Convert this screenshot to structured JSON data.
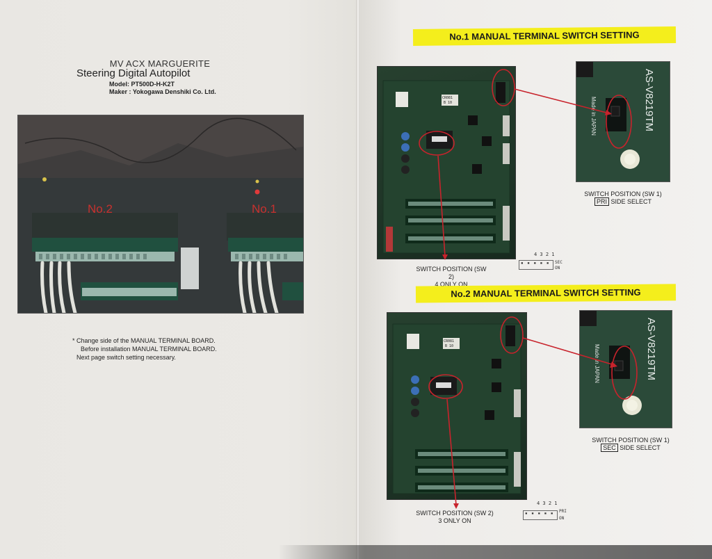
{
  "left_page": {
    "vessel": "MV ACX MARGUERITE",
    "system": "Steering Digital Autopilot",
    "model": "Model: PT500D-H-K2T",
    "maker": "Maker : Yokogawa Denshiki Co. Ltd.",
    "photo": {
      "label_left": "No.2",
      "label_right": "No.1"
    },
    "notes": [
      "* Change side of the MANUAL TERMINAL BOARD.",
      "Before installation MANUAL TERMINAL BOARD.",
      "Next page switch setting necessary."
    ]
  },
  "right_page": {
    "section1": {
      "banner": "No.1 MANUAL TERMINAL SWITCH SETTING",
      "board_chip_label": "CR081\nB 10",
      "closeup_text": "AS-V8219TM",
      "closeup_made": "Made in JAPAN",
      "sw1_caption": "SWITCH POSITION (SW 1)",
      "sw1_boxed": "PRI",
      "sw1_suffix": "SIDE SELECT",
      "sw2_caption": "SWITCH POSITION (SW 2)",
      "sw2_value": "4 ONLY ON",
      "dip_numbers": "4 3 2 1",
      "dip_sec": "SEC",
      "dip_on": "ON"
    },
    "section2": {
      "banner": "No.2 MANUAL TERMINAL SWITCH SETTING",
      "board_chip_label": "CR081\nB 10",
      "closeup_text": "AS-V8219TM",
      "closeup_made": "Made in JAPAN",
      "sw1_caption": "SWITCH POSITION (SW 1)",
      "sw1_boxed": "SEC",
      "sw1_suffix": "SIDE SELECT",
      "sw2_caption": "SWITCH POSITION (SW 2)",
      "sw2_value": "3 ONLY ON",
      "dip_numbers": "4 3 2 1",
      "dip_sec": "PRI",
      "dip_on": "ON"
    }
  },
  "colors": {
    "banner": "#f4ee1c",
    "annotation_red": "#c8232c",
    "pcb_green": "#1f3527"
  }
}
